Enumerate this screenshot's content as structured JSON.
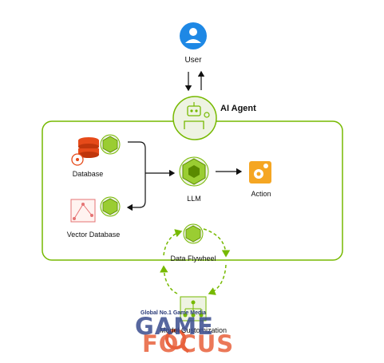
{
  "nodes": {
    "user": "User",
    "ai_agent": "AI Agent",
    "database": "Database",
    "vector_database": "Vector Database",
    "llm": "LLM",
    "action": "Action",
    "data_flywheel": "Data Flywheel",
    "model_customization": "Model Customization"
  },
  "watermark": {
    "tagline": "Global No.1 Game Media",
    "line1": "GAME",
    "line2": "FOCUS"
  },
  "colors": {
    "frame_green": "#76b900",
    "user_blue": "#1e88e5",
    "database_orange": "#e64a19",
    "action_yellow": "#f5a623",
    "vector_red": "#e57373",
    "watermark_blue": "#3a4d8f",
    "watermark_orange": "#e8613c"
  }
}
